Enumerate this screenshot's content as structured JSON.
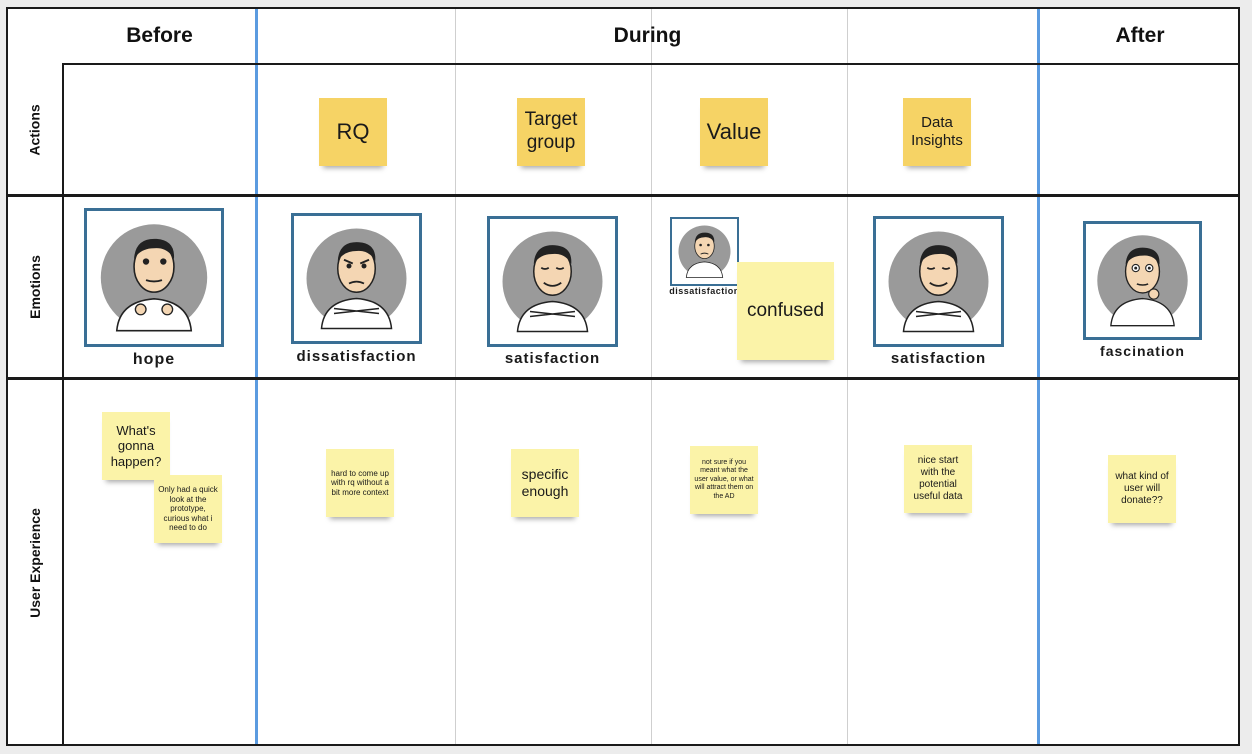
{
  "columns": {
    "before": "Before",
    "during": "During",
    "after": "After"
  },
  "rows": {
    "actions": "Actions",
    "emotions": "Emotions",
    "ux": "User Experience"
  },
  "actions": [
    "RQ",
    "Target group",
    "Value",
    "Data Insights"
  ],
  "emotions": {
    "hope": "hope",
    "dissatisfaction": "dissatisfaction",
    "satisfaction1": "satisfaction",
    "dissatisfaction_small": "dissatisfaction",
    "confused": "confused",
    "satisfaction2": "satisfaction",
    "fascination": "fascination"
  },
  "ux": {
    "before1": "What's gonna happen?",
    "before2": "Only had a quick look at the prototype, curious what i need to do",
    "rq": "hard to come up with rq without a bit more context",
    "target": "specific enough",
    "value": "not sure if you meant what the user value, or what will attract them on the AD",
    "data": "nice start with the potential useful data",
    "after": "what kind of user will donate??"
  },
  "colors": {
    "sticky": "#f6d365",
    "sticky_light": "#fbf3a8",
    "divider_blue": "#5b9be0",
    "frame": "#3a6f95"
  }
}
